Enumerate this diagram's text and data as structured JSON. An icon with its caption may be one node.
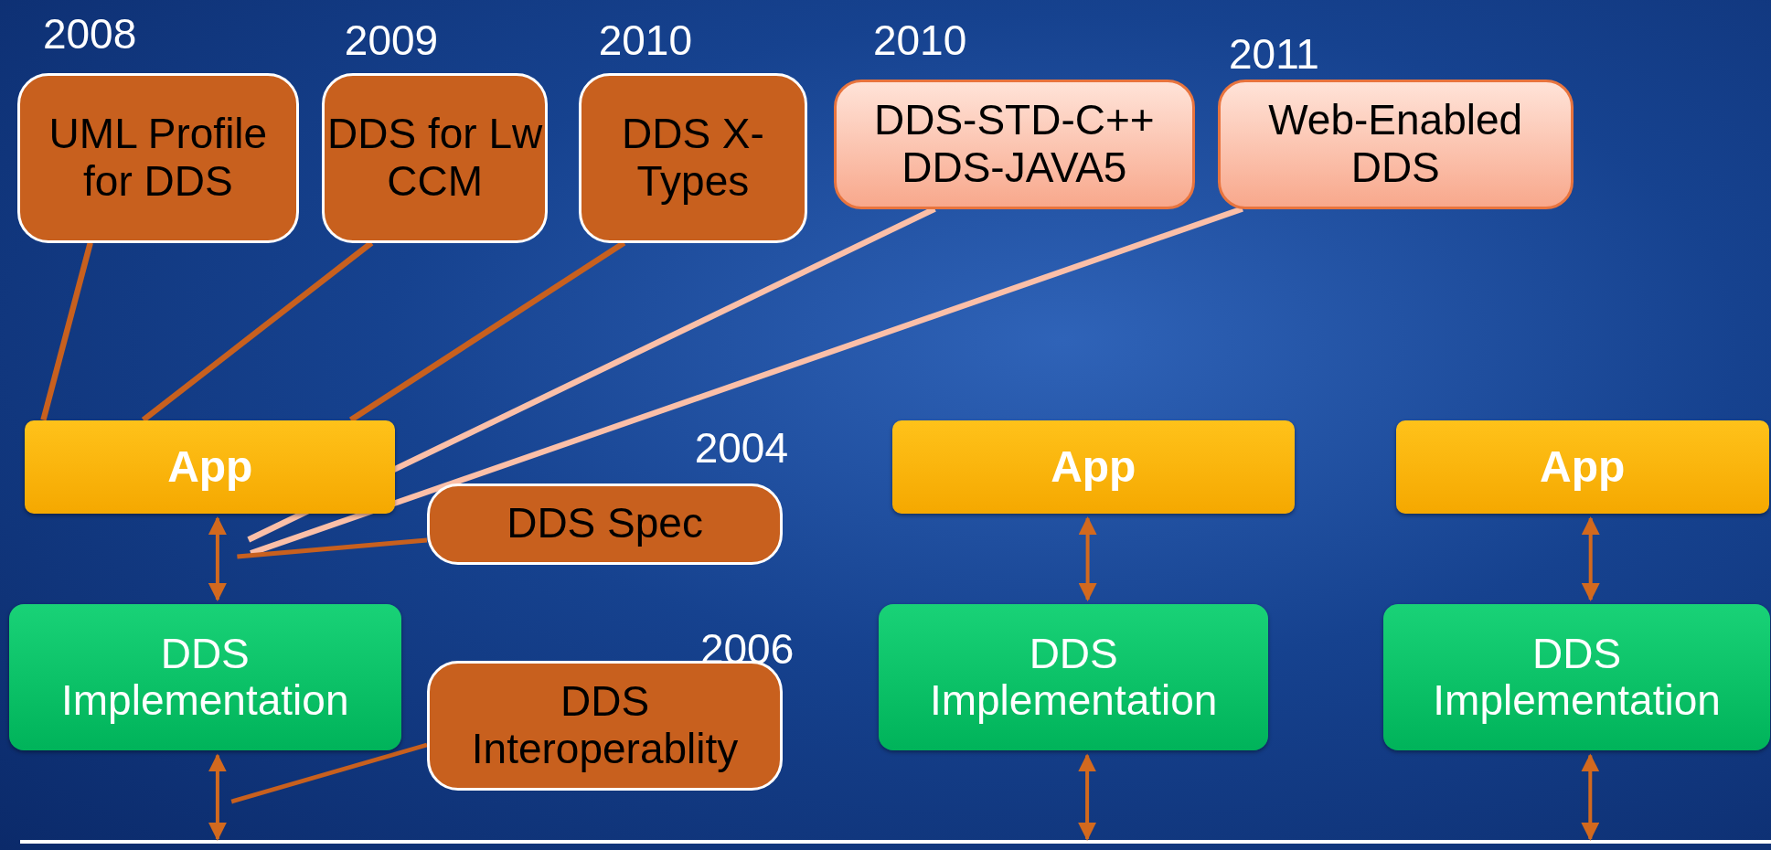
{
  "diagram": {
    "nodes": [
      {
        "text": [
          "UML Profile for DDS"
        ],
        "beside": [
          "2008"
        ]
      },
      {
        "text": [
          "DDS for Lw CCM"
        ],
        "beside": [
          "2009"
        ]
      },
      {
        "text": [
          "DDS X-Types"
        ],
        "beside": [
          "2010"
        ]
      },
      {
        "text": [
          "DDS-STD-C++",
          "DDS-JAVA5"
        ],
        "beside": [
          "2010"
        ]
      },
      {
        "text": [
          "Web-Enabled DDS"
        ],
        "beside": [
          "2011"
        ]
      },
      {
        "text": [
          "App"
        ]
      },
      {
        "text": [
          "App"
        ]
      },
      {
        "text": [
          "App"
        ]
      },
      {
        "text": [
          "DDS Spec"
        ],
        "beside": [
          "2004"
        ]
      },
      {
        "text": [
          "DDS Implementation"
        ]
      },
      {
        "text": [
          "DDS Implementation"
        ]
      },
      {
        "text": [
          "DDS Implementation"
        ]
      },
      {
        "text": [
          "DDS Interoperablity"
        ],
        "beside": [
          "2006"
        ]
      }
    ],
    "edges": [
      {
        "from": 0,
        "to": 5,
        "arrow": "none"
      },
      {
        "from": 1,
        "to": 5,
        "arrow": "none"
      },
      {
        "from": 2,
        "to": 5,
        "arrow": "none"
      },
      {
        "from": 3,
        "to": null,
        "arrow": "none",
        "color": "#fbbfa8"
      },
      {
        "from": 4,
        "to": null,
        "arrow": "none",
        "color": "#fbbfa8"
      },
      {
        "from": 8,
        "to": null,
        "arrow": "none"
      },
      {
        "from": 12,
        "to": null,
        "arrow": "none"
      },
      {
        "from": 5,
        "to": 9,
        "arrow": "both"
      },
      {
        "from": 6,
        "to": 10,
        "arrow": "both"
      },
      {
        "from": 7,
        "to": 11,
        "arrow": "both"
      },
      {
        "from": 9,
        "to": null,
        "arrow": "both"
      },
      {
        "from": 10,
        "to": null,
        "arrow": "both"
      },
      {
        "from": 11,
        "to": null,
        "arrow": "both"
      }
    ]
  }
}
